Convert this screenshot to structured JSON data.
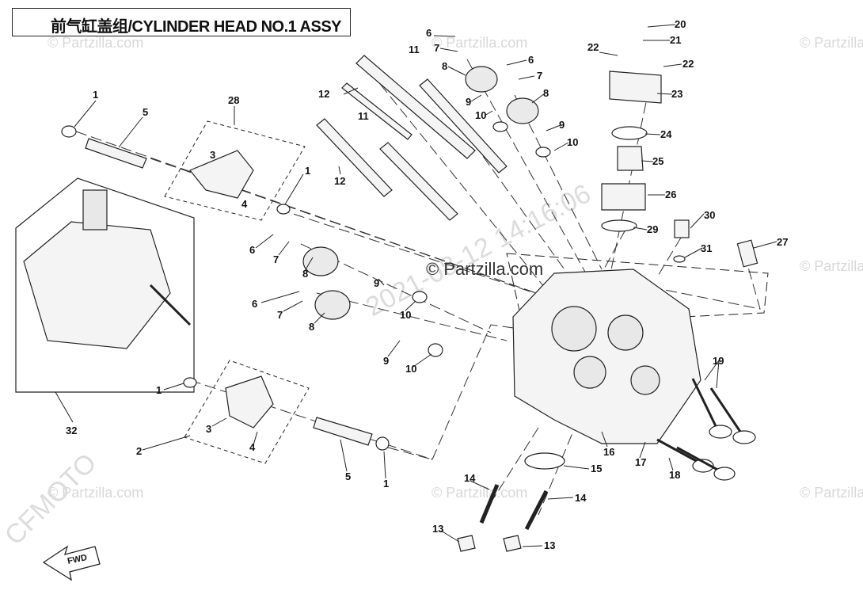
{
  "diagram": {
    "title": "前气缸盖组/CYLINDER HEAD NO.1 ASSY",
    "center_watermark": "© Partzilla.com",
    "faint_watermark": "© Partzilla.com",
    "diagonal_watermark": "CFMOTO",
    "stamp_watermark": "2021-08-12 14:16:06",
    "fwd_label": "FWD",
    "callouts": [
      "1",
      "5",
      "28",
      "3",
      "4",
      "1",
      "6",
      "7",
      "8",
      "6",
      "7",
      "8",
      "9",
      "10",
      "9",
      "10",
      "11",
      "12",
      "11",
      "12",
      "6",
      "7",
      "8",
      "9",
      "10",
      "6",
      "7",
      "8",
      "9",
      "10",
      "20",
      "21",
      "22",
      "22",
      "23",
      "24",
      "25",
      "26",
      "29",
      "30",
      "31",
      "27",
      "19",
      "1",
      "2",
      "3",
      "4",
      "5",
      "1",
      "32",
      "16",
      "17",
      "18",
      "15",
      "14",
      "14",
      "13",
      "13"
    ]
  },
  "colors": {
    "line": "#1a1a1a",
    "watermark": "#d0d0d0",
    "part_fill": "#f4f4f4"
  }
}
